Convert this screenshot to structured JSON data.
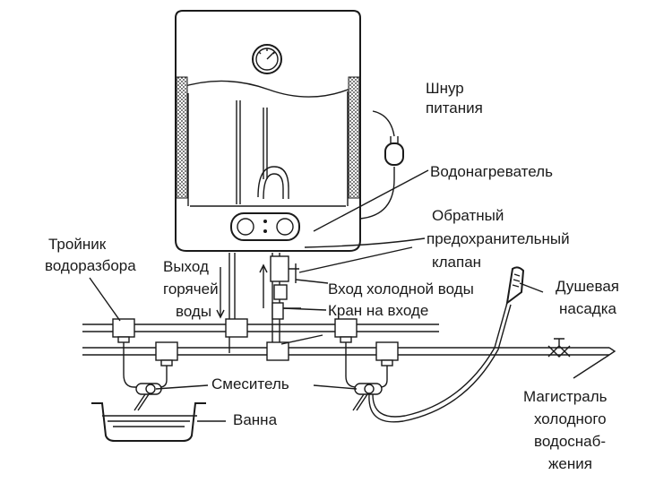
{
  "labels": {
    "power_cord_1": "Шнур",
    "power_cord_2": "питания",
    "heater": "Водонагреватель",
    "check_valve_1": "Обратный",
    "check_valve_2": "предохранительный",
    "check_valve_3": "клапан",
    "tee_1": "Тройник",
    "tee_2": "водоразбора",
    "hot_out_1": "Выход",
    "hot_out_2": "горячей",
    "hot_out_3": "воды",
    "cold_in": "Вход холодной воды",
    "inlet_tap": "Кран на входе",
    "shower_1": "Душевая",
    "shower_2": "насадка",
    "mixer": "Смеситель",
    "bath": "Ванна",
    "main_1": "Магистраль",
    "main_2": "холодного",
    "main_3": "водоснаб-",
    "main_4": "жения"
  }
}
